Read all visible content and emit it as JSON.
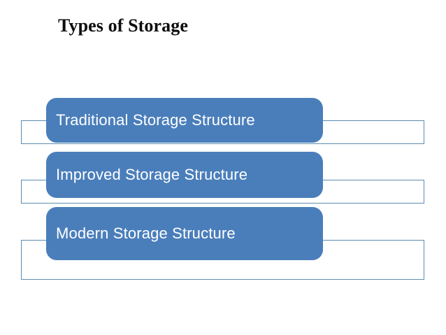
{
  "slide": {
    "title": "Types of Storage",
    "background_color": "#ffffff",
    "title_color": "#0d0d0d",
    "accent_color": "#4a7ebb",
    "outline_color": "#5c8cb0"
  },
  "items": [
    {
      "label": "Traditional Storage Structure",
      "fill_color": "#4a7ebb",
      "text_color": "#ffffff"
    },
    {
      "label": "Improved Storage Structure",
      "fill_color": "#4a7ebb",
      "text_color": "#ffffff"
    },
    {
      "label": "Modern Storage Structure",
      "fill_color": "#4a7ebb",
      "text_color": "#ffffff"
    }
  ]
}
